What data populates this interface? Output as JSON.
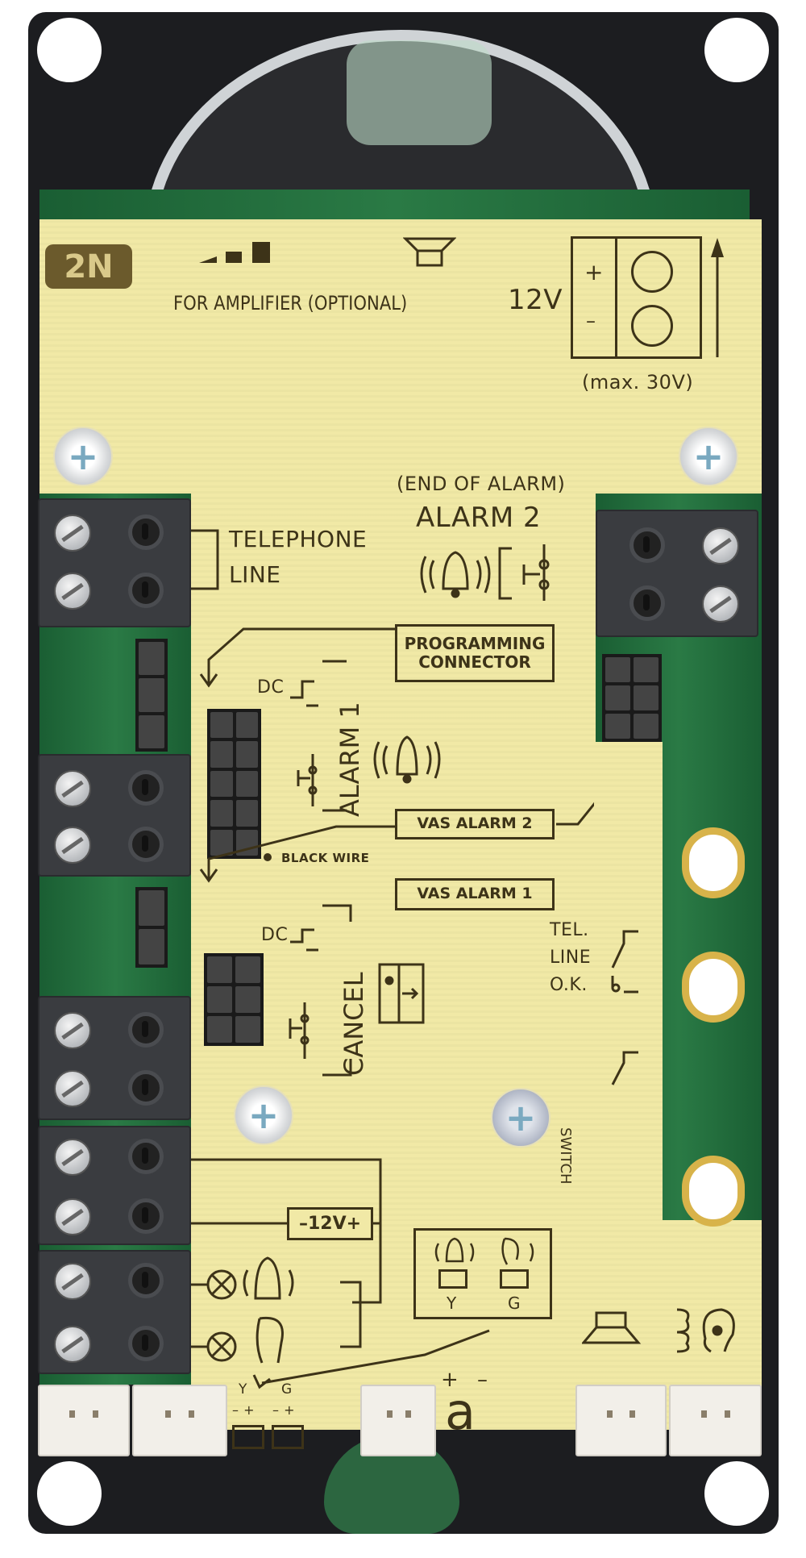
{
  "brand": {
    "logo": "2N"
  },
  "top": {
    "amplifier_label": "FOR AMPLIFIER (OPTIONAL)",
    "voltage": "12V",
    "plus": "+",
    "minus": "–",
    "max_voltage": "(max. 30V)"
  },
  "alarm2": {
    "subtitle": "(END OF ALARM)",
    "title": "ALARM 2"
  },
  "telephone": {
    "line1": "TELEPHONE",
    "line2": "LINE"
  },
  "programming_connector": {
    "line1": "PROGRAMMING",
    "line2": "CONNECTOR"
  },
  "alarm1": {
    "dc": "DC",
    "title": "ALARM 1",
    "black_wire": "BLACK WIRE"
  },
  "vas": {
    "alarm2": "VAS ALARM 2",
    "alarm1": "VAS ALARM 1"
  },
  "cancel": {
    "dc": "DC",
    "title": "CANCEL"
  },
  "tel_ok": {
    "line1": "TEL.",
    "line2": "LINE",
    "line3": "O.K."
  },
  "switch_label": "SWITCH",
  "power_box": "–12V+",
  "indicator": {
    "y": "Y",
    "g": "G"
  },
  "bottom": {
    "y": "Y",
    "g": "G",
    "y_pol": "– +",
    "g_pol": "– +",
    "a_plus": "+",
    "a_minus": "–",
    "a": "a"
  },
  "colors": {
    "board": "#1c1d20",
    "overlay": "#f1e9a6",
    "pcb": "#1f6a3a",
    "ink": "#3d3318"
  }
}
